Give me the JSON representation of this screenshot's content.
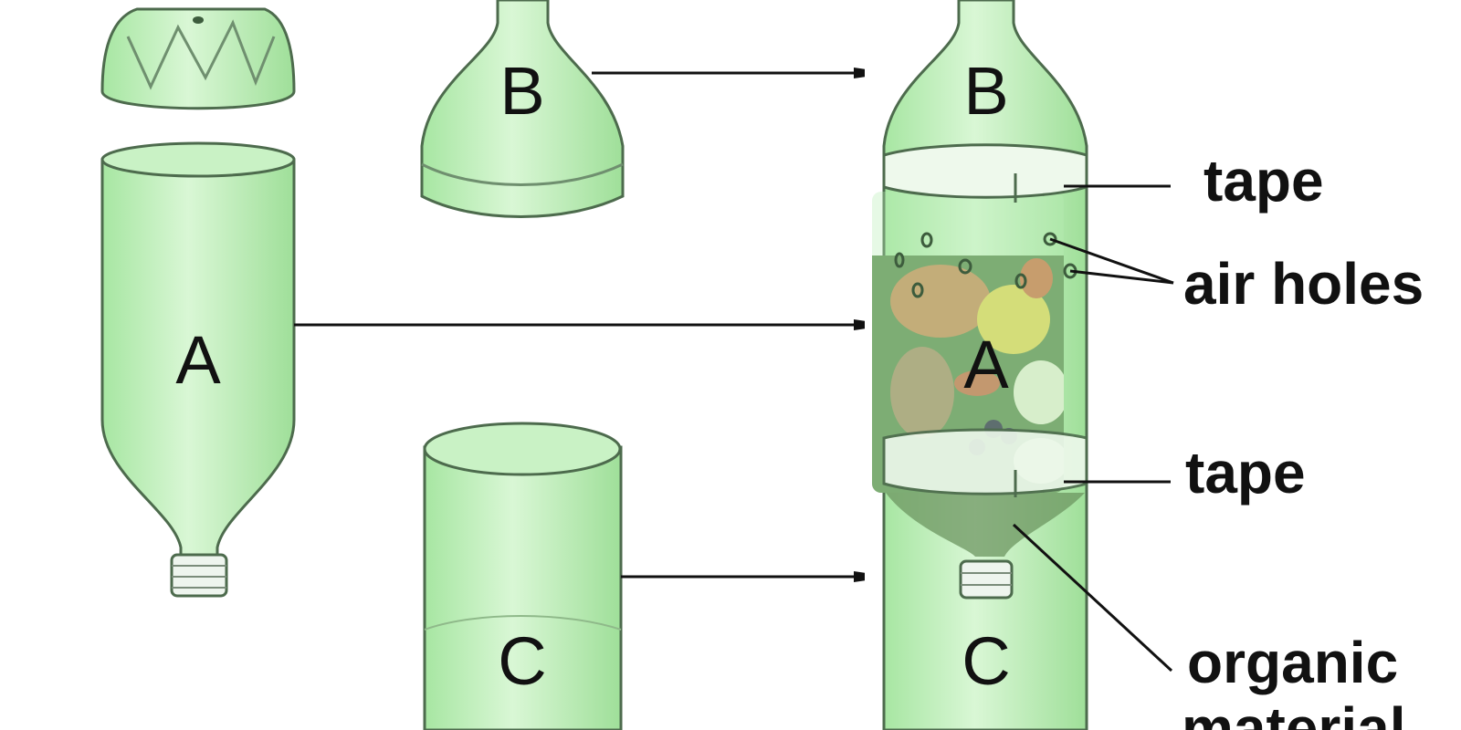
{
  "colors": {
    "bottle_fill": "#b8eeb4",
    "bottle_light": "#dff8dc",
    "bottle_stroke": "#4d6b4d",
    "tape_fill": "#eef9ec",
    "arrow": "#111111",
    "text": "#111111"
  },
  "parts": {
    "cap_section": "",
    "a": "A",
    "b": "B",
    "c": "C"
  },
  "assembled": {
    "b": "B",
    "a": "A",
    "c": "C"
  },
  "labels": {
    "tape_top": "tape",
    "air_holes": "air holes",
    "tape_bottom": "tape",
    "organic_line1": "organic",
    "organic_line2": "material"
  }
}
